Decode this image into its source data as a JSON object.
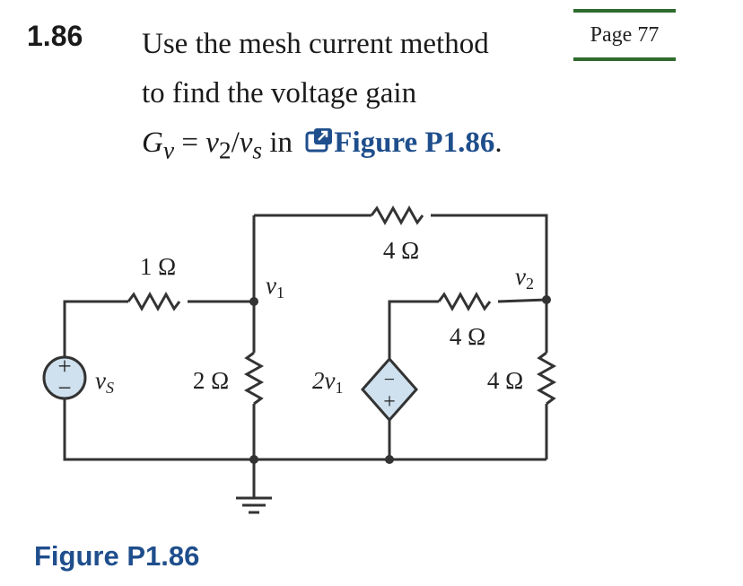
{
  "problem": {
    "number": "1.86",
    "line1": "Use the mesh current method",
    "line2": "to find the voltage gain",
    "gain_G": "G",
    "gain_sub": "v",
    "gain_eq": " = ",
    "gain_v2": "v",
    "gain_v2_sub": "2",
    "gain_slash": "/",
    "gain_vs": "v",
    "gain_vs_sub": "s",
    "gain_in": " in ",
    "figure_link": "Figure P1.86",
    "period": ".",
    "link_icon": "external-link-icon"
  },
  "page_ref": "Page 77",
  "figure": {
    "caption": "Figure P1.86",
    "labels": {
      "r1": "1 Ω",
      "r2": "2 Ω",
      "r3": "4 Ω",
      "r4": "4 Ω",
      "r5": "4 Ω",
      "v1": "v",
      "v1_sub": "1",
      "v2": "v",
      "v2_sub": "2",
      "vs": "v",
      "vs_sub": "S",
      "dep": "2v",
      "dep_sub": "1",
      "plus": "+",
      "minus": "−"
    },
    "colors": {
      "source_fill": "#cfe0ee",
      "wire": "#333333",
      "link": "#1f4e8c"
    }
  }
}
